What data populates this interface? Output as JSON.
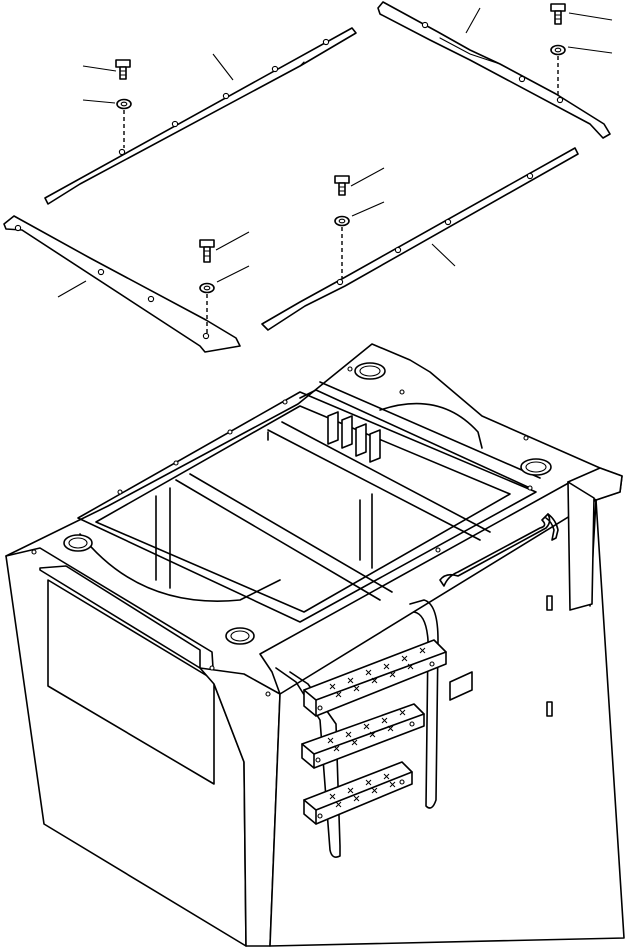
{
  "figure": {
    "kind": "exploded parts view",
    "labels": []
  },
  "parts": {
    "cover_plates": [
      "cover-plate-upper-left",
      "cover-plate-upper-right",
      "cover-plate-lower-left",
      "cover-plate-lower-right"
    ],
    "fasteners": [
      "bolt",
      "washer"
    ],
    "assembly": [
      "frame-body",
      "access-ladder",
      "handrail"
    ]
  }
}
